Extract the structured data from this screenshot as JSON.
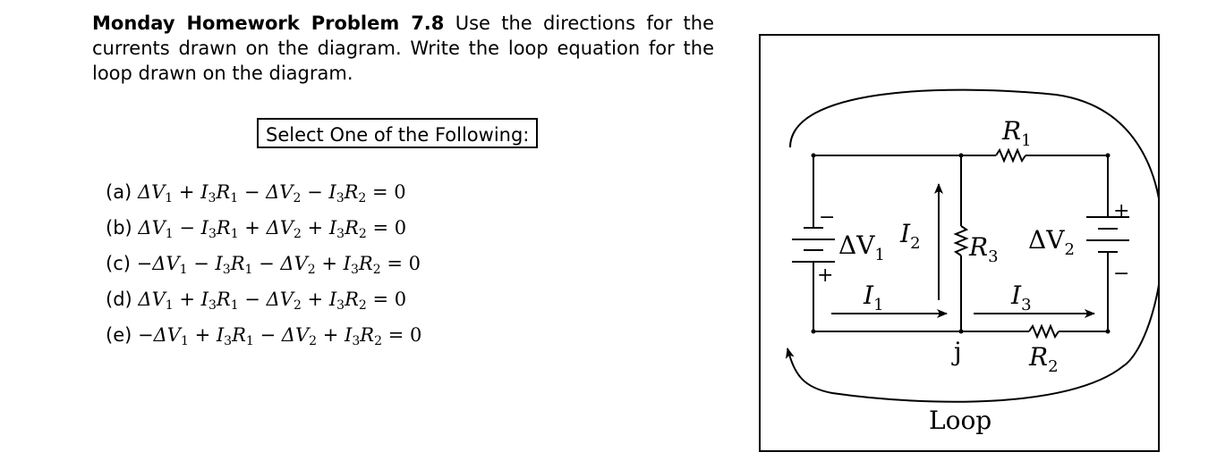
{
  "problem": {
    "title": "Monday Homework Problem 7.8",
    "text": " Use the directions for the currents drawn on the diagram. Write the loop equation for the loop drawn on the diagram."
  },
  "select_label": "Select One of the Following:",
  "options": [
    {
      "letter": "(a)",
      "terms": [
        {
          "sign": "",
          "sym": "ΔV",
          "sub": "1"
        },
        {
          "sign": "+",
          "sym": "I",
          "sub": "3",
          "sym2": "R",
          "sub2": "1"
        },
        {
          "sign": "−",
          "sym": "ΔV",
          "sub": "2"
        },
        {
          "sign": "−",
          "sym": "I",
          "sub": "3",
          "sym2": "R",
          "sub2": "2"
        }
      ],
      "rhs": "= 0"
    },
    {
      "letter": "(b)",
      "terms": [
        {
          "sign": "",
          "sym": "ΔV",
          "sub": "1"
        },
        {
          "sign": "−",
          "sym": "I",
          "sub": "3",
          "sym2": "R",
          "sub2": "1"
        },
        {
          "sign": "+",
          "sym": "ΔV",
          "sub": "2"
        },
        {
          "sign": "+",
          "sym": "I",
          "sub": "3",
          "sym2": "R",
          "sub2": "2"
        }
      ],
      "rhs": "= 0"
    },
    {
      "letter": "(c)",
      "terms": [
        {
          "sign": "−",
          "sym": "ΔV",
          "sub": "1"
        },
        {
          "sign": "−",
          "sym": "I",
          "sub": "3",
          "sym2": "R",
          "sub2": "1"
        },
        {
          "sign": "−",
          "sym": "ΔV",
          "sub": "2"
        },
        {
          "sign": "+",
          "sym": "I",
          "sub": "3",
          "sym2": "R",
          "sub2": "2"
        }
      ],
      "rhs": "= 0"
    },
    {
      "letter": "(d)",
      "terms": [
        {
          "sign": "",
          "sym": "ΔV",
          "sub": "1"
        },
        {
          "sign": "+",
          "sym": "I",
          "sub": "3",
          "sym2": "R",
          "sub2": "1"
        },
        {
          "sign": "−",
          "sym": "ΔV",
          "sub": "2"
        },
        {
          "sign": "+",
          "sym": "I",
          "sub": "3",
          "sym2": "R",
          "sub2": "2"
        }
      ],
      "rhs": "= 0"
    },
    {
      "letter": "(e)",
      "terms": [
        {
          "sign": "−",
          "sym": "ΔV",
          "sub": "1"
        },
        {
          "sign": "+",
          "sym": "I",
          "sub": "3",
          "sym2": "R",
          "sub2": "1"
        },
        {
          "sign": "−",
          "sym": "ΔV",
          "sub": "2"
        },
        {
          "sign": "+",
          "sym": "I",
          "sub": "3",
          "sym2": "R",
          "sub2": "2"
        }
      ],
      "rhs": "= 0"
    }
  ],
  "diagram": {
    "labels": {
      "r1": {
        "main": "R",
        "sub": "1"
      },
      "r2": {
        "main": "R",
        "sub": "2"
      },
      "r3": {
        "main": "R",
        "sub": "3"
      },
      "v1": {
        "main": "ΔV",
        "sub": "1"
      },
      "v2": {
        "main": "ΔV",
        "sub": "2"
      },
      "i1": {
        "main": "I",
        "sub": "1"
      },
      "i2": {
        "main": "I",
        "sub": "2"
      },
      "i3": {
        "main": "I",
        "sub": "3"
      },
      "junction": "j",
      "loop": "Loop",
      "plus": "+",
      "minus": "−"
    }
  }
}
